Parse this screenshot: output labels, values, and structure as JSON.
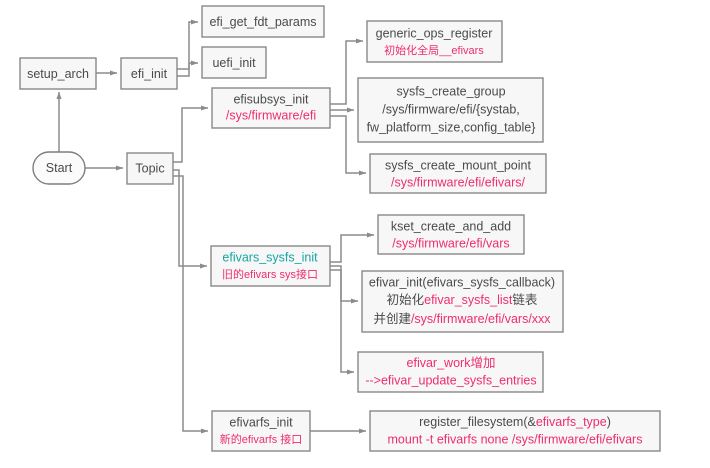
{
  "diagram": {
    "title": "Linux EFI initialization call flow",
    "colors": {
      "box_fill": "#f7f7f7",
      "box_border": "#888888",
      "edge": "#8c8c8c",
      "text_gray": "#4a4a4a",
      "text_pink": "#ef2d6d",
      "text_teal": "#16a6a6"
    },
    "nodes": {
      "start": {
        "label": "Start"
      },
      "setup_arch": {
        "label": "setup_arch"
      },
      "efi_init": {
        "label": "efi_init"
      },
      "topic": {
        "label": "Topic"
      },
      "efi_get_fdt_params": {
        "label": "efi_get_fdt_params"
      },
      "uefi_init": {
        "label": "uefi_init"
      },
      "efisubsys_init": {
        "line1": "efisubsys_init",
        "line2": "/sys/firmware/efi"
      },
      "efivars_sysfs_init": {
        "line1": "efivars_sysfs_init",
        "line2_a": "旧的",
        "line2_b": "efivars sys",
        "line2_c": "接口"
      },
      "efivarfs_init": {
        "line1": "efivarfs_init",
        "line2_a": "新的",
        "line2_b": "efivarfs",
        "line2_c": " 接口"
      },
      "generic_ops_register": {
        "line1": "generic_ops_register",
        "line2_a": "初始化全局",
        "line2_b": "__efivars"
      },
      "sysfs_create_group": {
        "line1": "sysfs_create_group",
        "line2": "/sys/firmware/efi/{systab,",
        "line3": "fw_platform_size,config_table}"
      },
      "sysfs_create_mount_point": {
        "line1": "sysfs_create_mount_point",
        "line2": "/sys/firmware/efi/efivars/"
      },
      "kset_create_and_add": {
        "line1": "kset_create_and_add",
        "line2": "/sys/firmware/efi/vars"
      },
      "efivar_init": {
        "line1": "efivar_init(efivars_sysfs_callback)",
        "line2_a": "初始化",
        "line2_b": "efivar_sysfs_list",
        "line2_c": "链表",
        "line3_a": "并创建",
        "line3_b": "/sys/firmware/efi/vars/xxx"
      },
      "efivar_work": {
        "line1_a": "efivar_work",
        "line1_b": "增加",
        "line2": "-->efivar_update_sysfs_entries"
      },
      "register_filesystem": {
        "line1_a": "register_filesystem(&",
        "line1_b": "efivarfs_type",
        "line1_c": ")",
        "line2": "mount -t efivarfs none /sys/firmware/efi/efivars"
      }
    }
  }
}
